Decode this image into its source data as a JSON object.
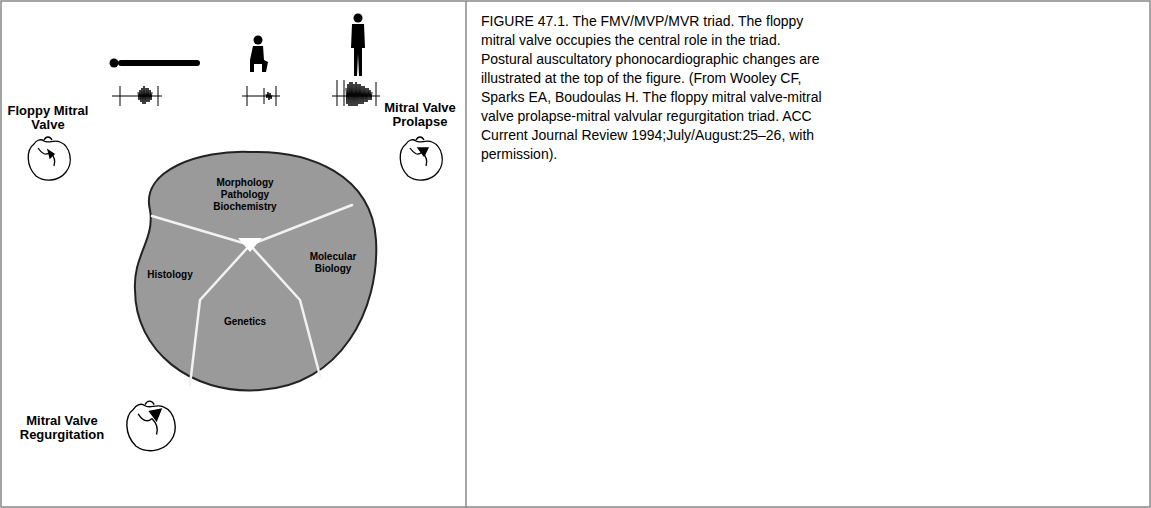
{
  "diagram": {
    "caption": "FIGURE 47.1. The FMV/MVP/MVR triad. The floppy mitral valve occupies the central role in the triad. Postural auscultatory phonocardiographic changes are illustrated at the top of the figure. (From Wooley CF, Sparks EA, Boudoulas H. The floppy mitral valve-mitral valve prolapse-mitral valvular regurgitation triad. ACC Current Journal Review 1994;July/August:25–26, with permission).",
    "nodes": [
      {
        "text": [
          "Morphology Pathology Biochemistry"
        ]
      },
      {
        "text": [
          "Histology"
        ]
      },
      {
        "text": [
          "Molecular Biology"
        ]
      },
      {
        "text": [
          "Genetics"
        ]
      }
    ],
    "labels": [
      "Floppy Mitral Valve",
      "Mitral Valve Prolapse",
      "Mitral Valve Regurgitation"
    ]
  }
}
